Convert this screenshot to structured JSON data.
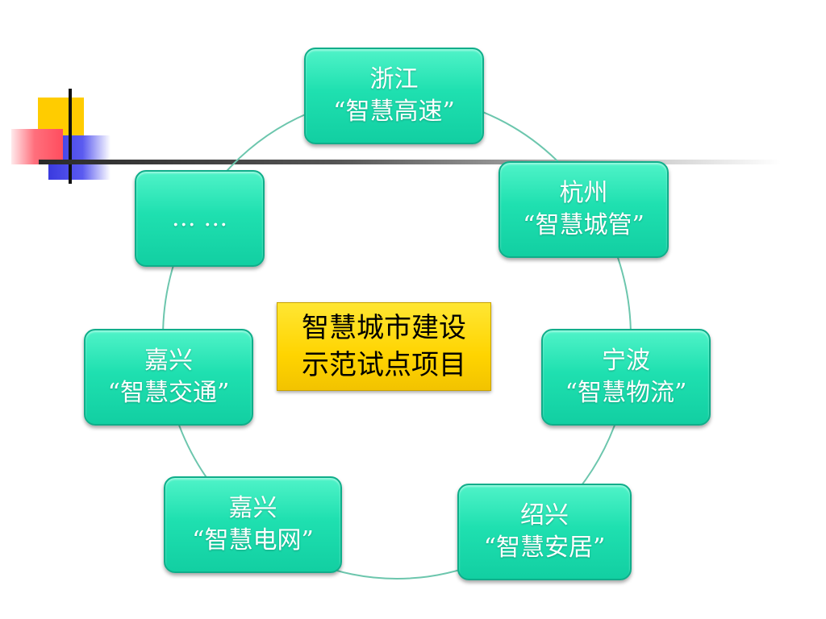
{
  "center": {
    "line1": "智慧城市建设",
    "line2": "示范试点项目"
  },
  "nodes": [
    {
      "city": "浙江",
      "project": "“智慧高速”"
    },
    {
      "city": "杭州",
      "project": "“智慧城管”"
    },
    {
      "city": "宁波",
      "project": "“智慧物流”"
    },
    {
      "city": "绍兴",
      "project": "“智慧安居”"
    },
    {
      "city": "嘉兴",
      "project": "“智慧电网”"
    },
    {
      "city": "嘉兴",
      "project": "“智慧交通”"
    },
    {
      "ellipsis": "… …"
    }
  ],
  "colors": {
    "node_fill": "#1fe0b0",
    "ring": "#6cc6ad",
    "center_fill": "#ffd400"
  }
}
